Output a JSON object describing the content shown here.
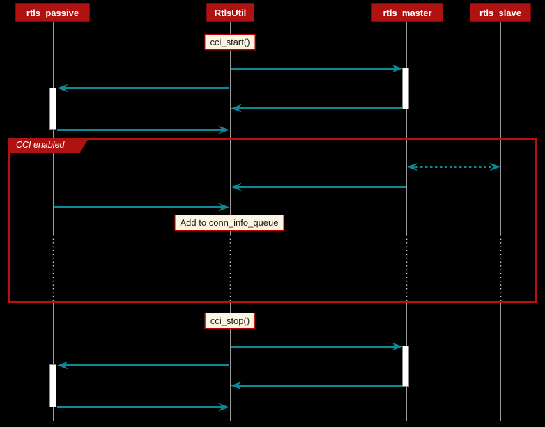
{
  "diagram": {
    "type": "uml-sequence",
    "participants": [
      {
        "name": "rtls_passive"
      },
      {
        "name": "RtlsUtil"
      },
      {
        "name": "rtls_master"
      },
      {
        "name": "rtls_slave"
      }
    ],
    "notes": [
      {
        "text": "cci_start()",
        "over": "RtlsUtil"
      },
      {
        "text": "Add to conn_info_queue",
        "over": "RtlsUtil"
      },
      {
        "text": "cci_stop()",
        "over": "RtlsUtil"
      }
    ],
    "group": {
      "label": "CCI enabled"
    },
    "messages": [
      {
        "from": "RtlsUtil",
        "to": "rtls_master",
        "style": "solid",
        "section": "cci_start"
      },
      {
        "from": "RtlsUtil",
        "to": "rtls_passive",
        "style": "solid",
        "section": "cci_start"
      },
      {
        "from": "rtls_master",
        "to": "RtlsUtil",
        "style": "solid",
        "section": "cci_start"
      },
      {
        "from": "rtls_passive",
        "to": "RtlsUtil",
        "style": "solid",
        "section": "cci_start"
      },
      {
        "from": "rtls_master",
        "to": "rtls_slave",
        "style": "dotted-bidirectional",
        "section": "CCI enabled"
      },
      {
        "from": "rtls_master",
        "to": "RtlsUtil",
        "style": "solid",
        "section": "CCI enabled"
      },
      {
        "from": "rtls_passive",
        "to": "RtlsUtil",
        "style": "solid",
        "section": "CCI enabled"
      },
      {
        "from": "RtlsUtil",
        "to": "rtls_master",
        "style": "solid",
        "section": "cci_stop"
      },
      {
        "from": "RtlsUtil",
        "to": "rtls_passive",
        "style": "solid",
        "section": "cci_stop"
      },
      {
        "from": "rtls_master",
        "to": "RtlsUtil",
        "style": "solid",
        "section": "cci_stop"
      },
      {
        "from": "rtls_passive",
        "to": "RtlsUtil",
        "style": "solid",
        "section": "cci_stop"
      }
    ],
    "colors": {
      "background": "#000000",
      "participant_fill": "#B01111",
      "participant_text": "#FFFFFF",
      "arrow": "#0E8993",
      "frame_border": "#C00D0D",
      "note_fill": "#FBF5E2",
      "note_border": "#C00000",
      "lifeline": "#9A9A9A",
      "activation_fill": "#FFFFFF"
    }
  }
}
